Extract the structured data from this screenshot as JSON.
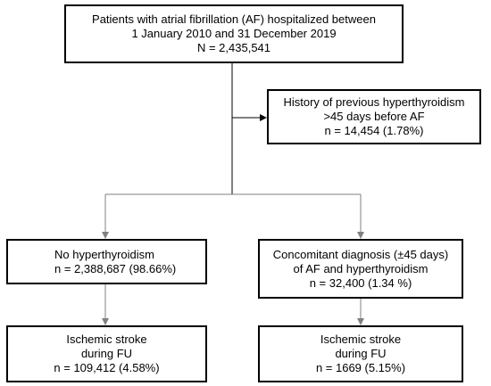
{
  "flowchart": {
    "source_box": {
      "lines": [
        "Patients with atrial fibrillation (AF) hospitalized between",
        "1 January 2010 and 31 December 2019",
        "N = 2,435,541"
      ]
    },
    "exclusion_box": {
      "lines": [
        "History of previous hyperthyroidism",
        ">45 days before AF",
        "n = 14,454  (1.78%)"
      ]
    },
    "left_group_box": {
      "lines": [
        "No hyperthyroidism",
        "n = 2,388,687 (98.66%)"
      ]
    },
    "right_group_box": {
      "lines": [
        "Concomitant diagnosis (±45 days)",
        "of AF and hyperthyroidism",
        "n = 32,400 (1.34 %)"
      ]
    },
    "left_outcome_box": {
      "lines": [
        "Ischemic stroke",
        "during FU",
        "n = 109,412 (4.58%)"
      ]
    },
    "right_outcome_box": {
      "lines": [
        "Ischemic stroke",
        "during FU",
        "n =  1669 (5.15%)"
      ]
    }
  }
}
